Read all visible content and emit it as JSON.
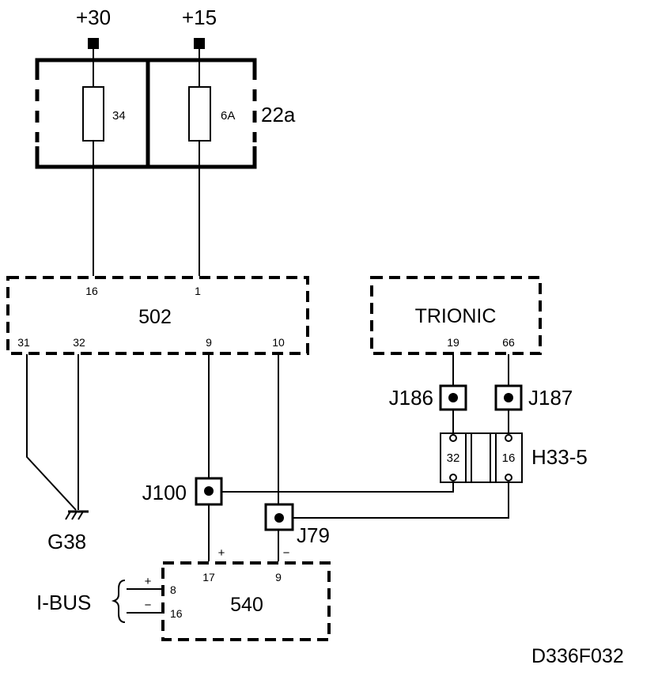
{
  "supply": {
    "plus30": "+30",
    "plus15": "+15"
  },
  "fuse_box": {
    "label": "22a",
    "fuse1_rating": "34",
    "fuse2_rating": "6A"
  },
  "module_502": {
    "label": "502",
    "pin_16": "16",
    "pin_1": "1",
    "pin_31": "31",
    "pin_32": "32",
    "pin_9": "9",
    "pin_10": "10"
  },
  "trionic": {
    "label": "TRIONIC",
    "pin_19": "19",
    "pin_66": "66"
  },
  "connectors": {
    "j186": "J186",
    "j187": "J187",
    "j100": "J100",
    "j79": "J79"
  },
  "h33": {
    "label": "H33-5",
    "pin_32": "32",
    "pin_16": "16"
  },
  "ground": {
    "label": "G38"
  },
  "module_540": {
    "label": "540",
    "pin_17": "17",
    "pin_9": "9",
    "pin_8": "8",
    "pin_16": "16",
    "plus_sign": "+",
    "minus_sign": "−"
  },
  "ibus": {
    "label": "I-BUS",
    "plus_sign": "+",
    "minus_sign": "−"
  },
  "diagram_id": "D336F032"
}
